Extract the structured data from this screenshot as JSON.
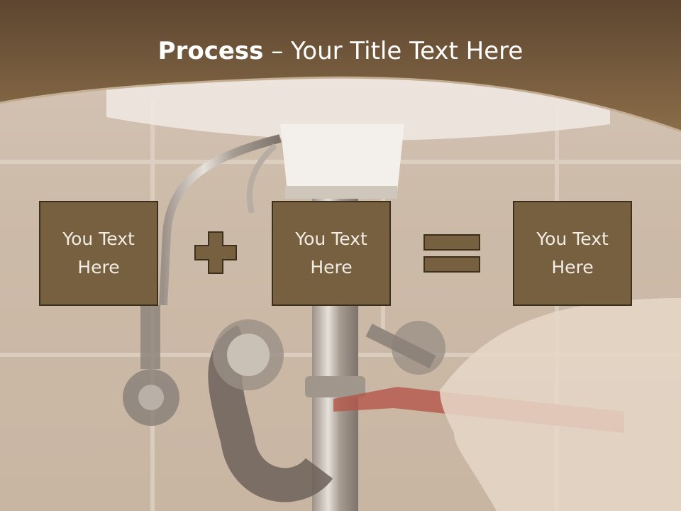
{
  "slide": {
    "title_bold": "Process",
    "title_dash": " – ",
    "title_rest": "Your Title Text Here"
  },
  "boxes": [
    {
      "label": "You Text Here"
    },
    {
      "label": "You Text Here"
    },
    {
      "label": "You Text Here"
    }
  ],
  "operators": [
    "plus",
    "equals"
  ],
  "colors": {
    "header": "#6b5236",
    "box_fill": "#76603f",
    "box_border": "#3c2f1c",
    "box_text": "#f1ece4",
    "title_text": "#ffffff"
  },
  "icons": [
    "plus-icon",
    "equals-icon"
  ]
}
